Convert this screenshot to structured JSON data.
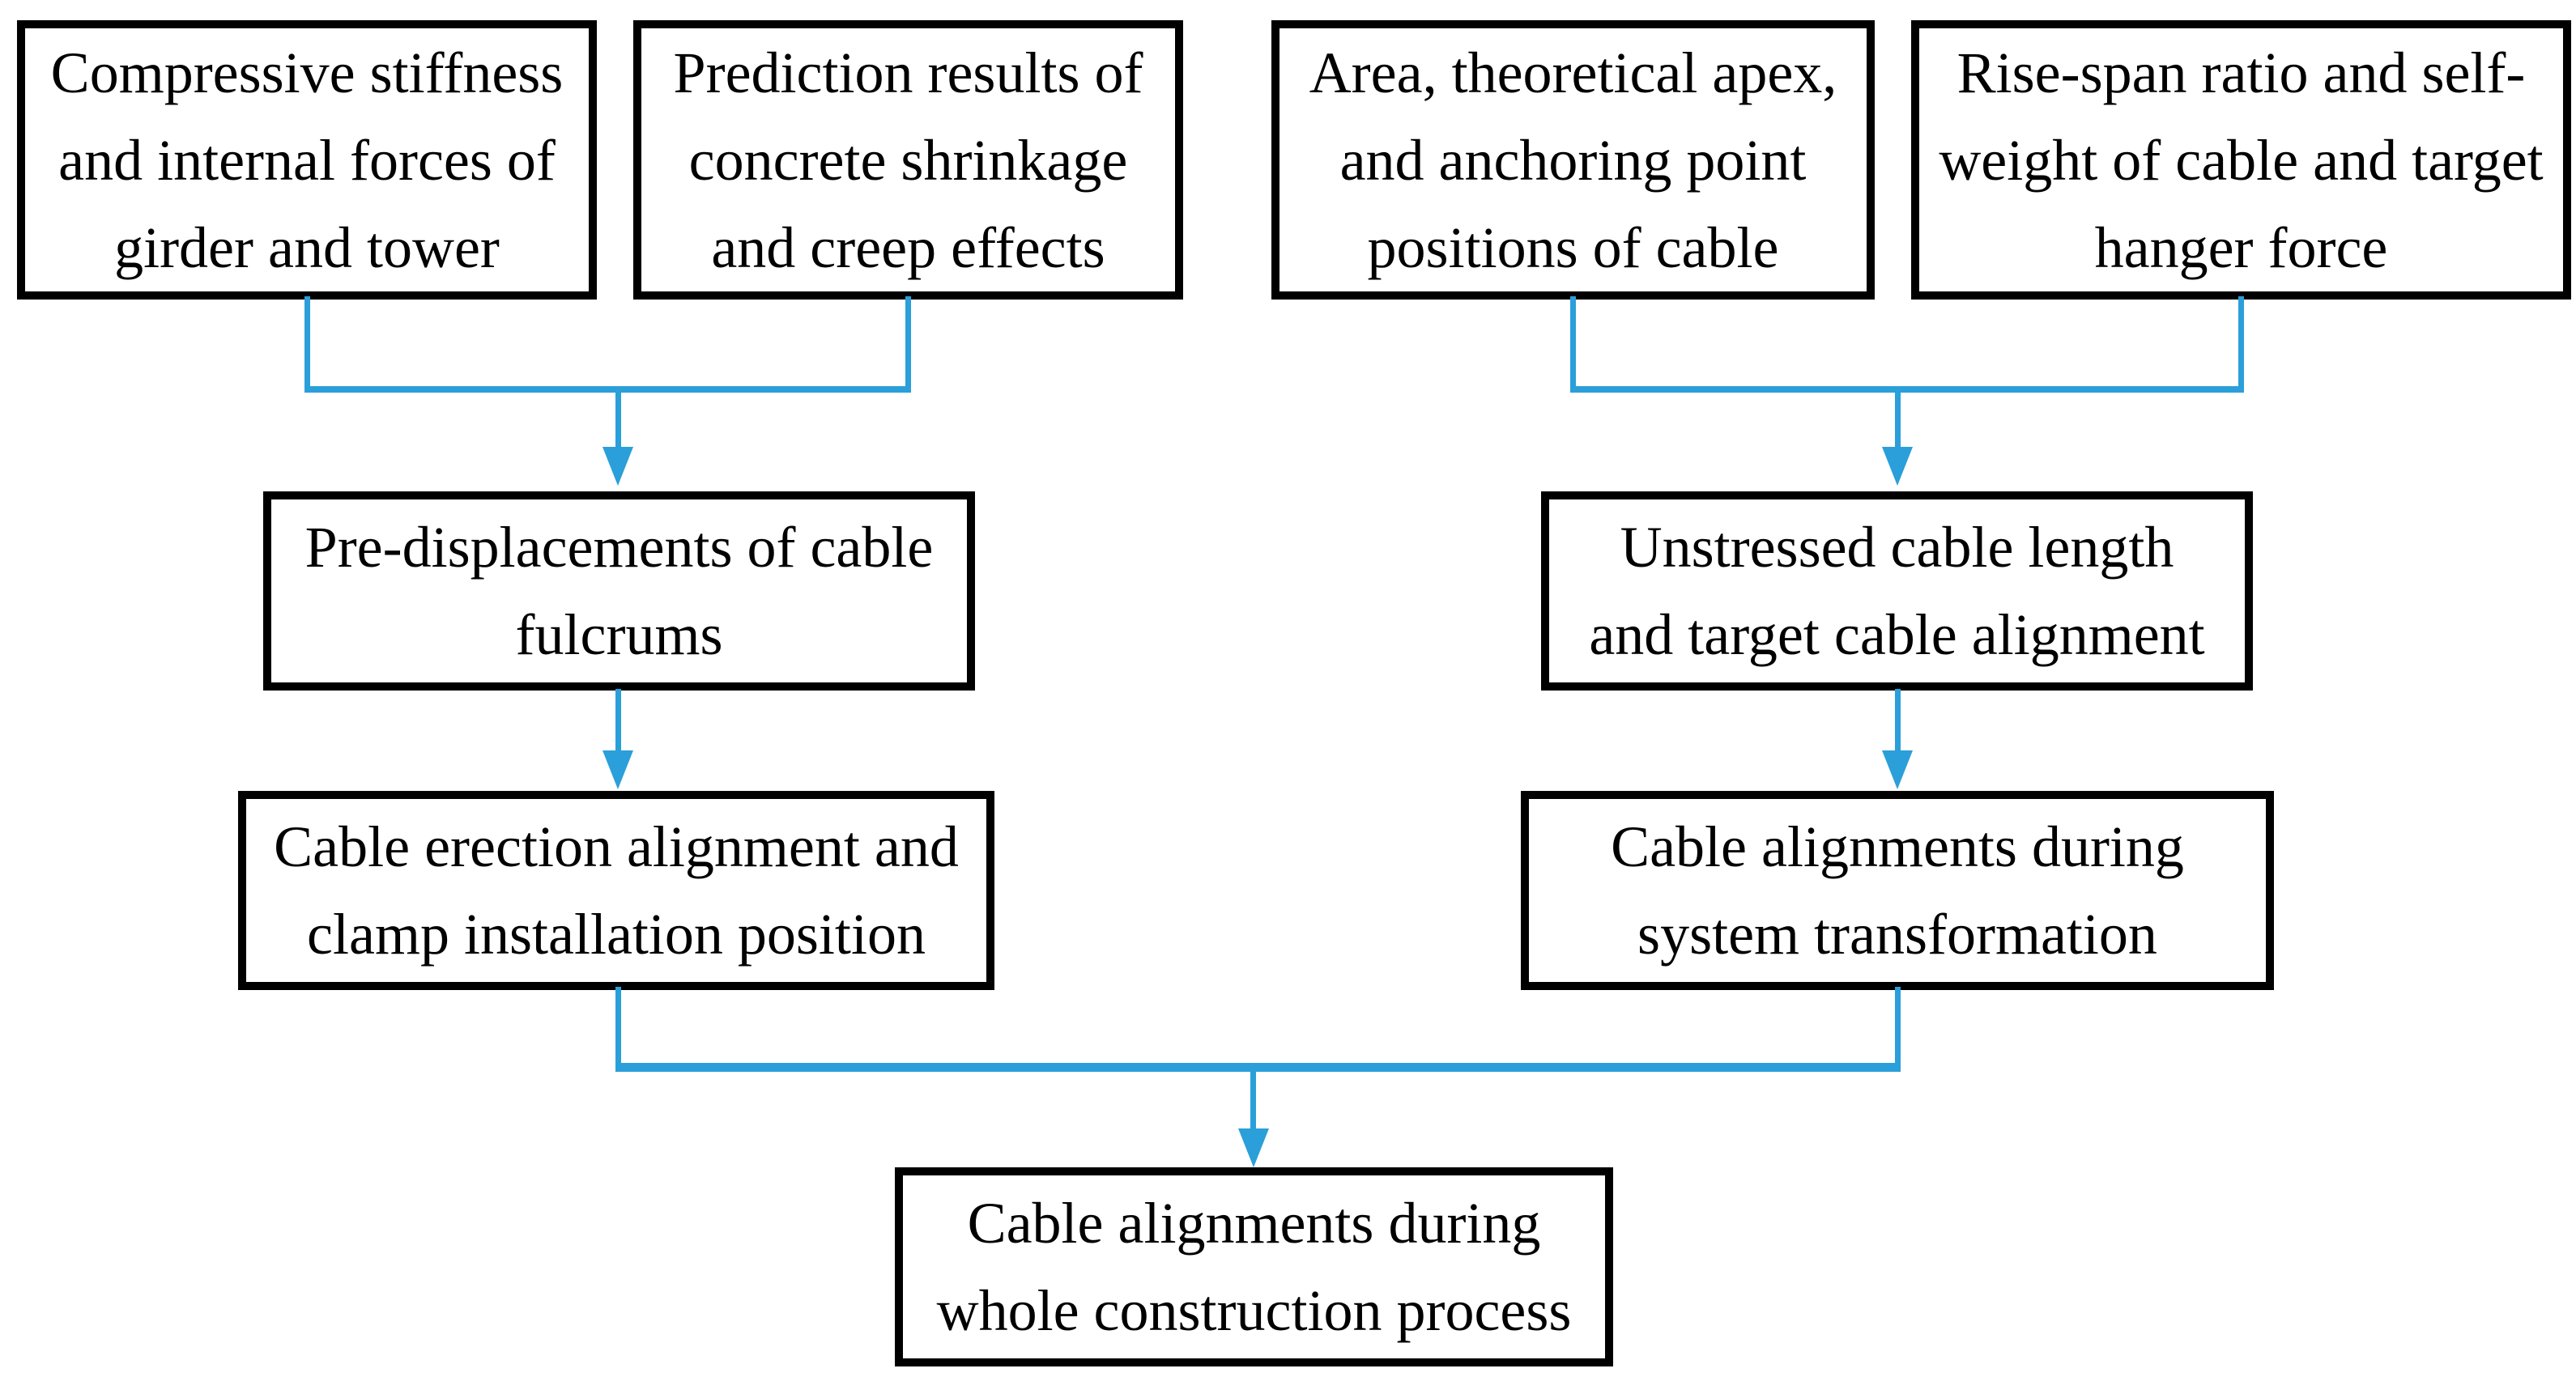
{
  "colors": {
    "background": "#ffffff",
    "box_fill": "#ffffff",
    "box_border": "#000000",
    "text": "#000000",
    "connector": "#2B9FD9"
  },
  "nodes": [
    {
      "id": "compressive-stiffness",
      "text": "Compressive stiffness\nand internal forces of\ngirder and tower"
    },
    {
      "id": "shrinkage-creep",
      "text": "Prediction results of\nconcrete shrinkage\nand creep effects"
    },
    {
      "id": "area-apex-anchoring",
      "text": "Area, theoretical apex,\nand anchoring point\npositions of cable"
    },
    {
      "id": "rise-span-self-weight",
      "text": "Rise-span ratio and self-\nweight of cable and target\nhanger force"
    },
    {
      "id": "pre-displacements",
      "text": "Pre-displacements of cable\nfulcrums"
    },
    {
      "id": "unstressed-cable-length",
      "text": "Unstressed cable length\nand target cable alignment"
    },
    {
      "id": "cable-erection-alignment",
      "text": "Cable erection alignment and\nclamp installation position"
    },
    {
      "id": "system-transformation",
      "text": "Cable alignments during\nsystem transformation"
    },
    {
      "id": "whole-construction-process",
      "text": "Cable alignments during\nwhole construction process"
    }
  ]
}
